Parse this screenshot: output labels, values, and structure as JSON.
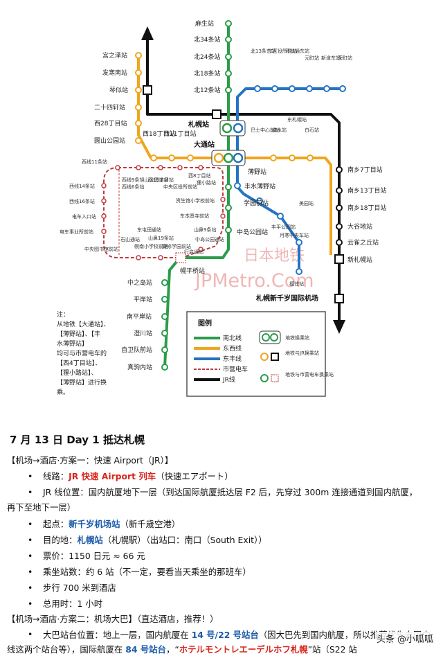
{
  "map": {
    "namboku_stations": [
      "麻生站",
      "北34条站",
      "北24条站",
      "北18条站",
      "北12条站"
    ],
    "namboku_south": [
      "中之岛站",
      "平岸站",
      "南平岸站",
      "澄川站",
      "自卫队前站",
      "真驹内站"
    ],
    "horohira": "幌平桥站",
    "nakajima": "中岛公园站",
    "toho_north": [
      "北13条东站",
      "东区役所前站",
      "环状通东站",
      "元町站",
      "新道东站",
      "荣町站"
    ],
    "toho_vertical": [
      "巴士中心前站",
      "南水站",
      "东札幌站",
      "白石站"
    ],
    "toho_south": [
      "丰水薄野站",
      "学园前站",
      "丰平公园站",
      "美园站",
      "月寒中央车站",
      "福住站"
    ],
    "tozai_left": [
      "宫之泽站",
      "发寒南站",
      "琴似站",
      "二十四轩站",
      "西28丁目站",
      "圆山公园站"
    ],
    "tozai_mid": [
      "西18丁目站",
      "西11丁目站"
    ],
    "jr_right": [
      "南乡7丁目站",
      "南乡13丁目站",
      "南乡18丁目站",
      "大谷地站",
      "云雀之丘站",
      "新札幌站"
    ],
    "sapporo": "札幌站",
    "odori": "大通站",
    "susukino": "薄野站",
    "airport": "札幌新千岁国际机场",
    "tram_left": [
      "西线11条站",
      "西线14条站",
      "西线16条站",
      "电车入口站",
      "电车事业所前站",
      "中央图书馆前站"
    ],
    "tram_inner": [
      "西线9条旭山公园通站",
      "西线6条站",
      "西15丁目站",
      "中央区役所前站",
      "西8丁目站",
      "狸小路站"
    ],
    "tram_inner2": [
      "资生馆小学校前站",
      "东本愿寺前站",
      "山鼻9条站",
      "中岛公园通站",
      "行启通站"
    ],
    "tram_bottom": [
      "石山通站",
      "东屯田通站",
      "山鼻19条站",
      "静修学园前站",
      "幌南小学校前站"
    ],
    "note": [
      "注：",
      "从地铁【大通站】、",
      "【薄野站】、【丰",
      "水薄野站】",
      "均可与市营电车的",
      "【西4丁目站】、",
      "【狸小路站】、",
      "【薄野站】进行换",
      "乘。"
    ],
    "legend": {
      "title": "图例",
      "namboku": "南北线",
      "tozai": "东西线",
      "toho": "东丰线",
      "tram": "市营电车",
      "jr": "JR线",
      "transfer": "地铁换乘站",
      "jr_transfer": "地铁与JR换乘站",
      "tram_transfer": "地铁与市营电车换乘站"
    },
    "watermark_cn": "日本地铁",
    "watermark_en": "JPMetro.Com",
    "colors": {
      "namboku": "#2b9c4a",
      "tozai": "#f0a51e",
      "toho": "#2574c4",
      "tram": "#c0393d",
      "jr": "#111111"
    }
  },
  "doc": {
    "day_title": "7 月 13 日 Day 1  抵达札幌",
    "plan1": "【机场→酒店·方案一：快速 Airport（JR）】",
    "b1_a": "线路：",
    "b1_b": "JR 快速 Airport 列车",
    "b1_c": "（快速エアポート）",
    "b2": "JR 线位置：国内航厦地下一层（到达国际航厦抵达层 F2 后，先穿过 300m 连接通道到国内航厦，",
    "b2_cont": "再下至地下一层）",
    "b3_a": "起点：",
    "b3_b": "新千岁机场站",
    "b3_c": "（新千歳空港）",
    "b4_a": "目的地：",
    "b4_b": "札幌站",
    "b4_c": "（札幌駅）（出站口：南口（South Exit））",
    "b5": "票价：1150 日元 ≈ 66 元",
    "b6": "乘坐站数：约 6 站（不一定，要看当天乘坐的那班车）",
    "b7": "步行 700 米到酒店",
    "b8": "总用时：1 小时",
    "plan2": "【机场→酒店·方案二：机场大巴】（直达酒店，推荐！）",
    "b9_a": "大巴站台位置：地上一层，国内航厦在 ",
    "b9_b": "14 号/22 号站台",
    "b9_c": "（因大巴先到国内航厦，所以推荐优先去国",
    "b9_d": "内线这两个站台等），国际航厦在 ",
    "b9_e": "84 号站台",
    "b9_f": "，“",
    "b9_g": "ホテルモントレエーデルホフ札幌",
    "b9_h": "”站（S22 站",
    "credit": "头条 @小呱呱",
    "bullet": "•"
  }
}
